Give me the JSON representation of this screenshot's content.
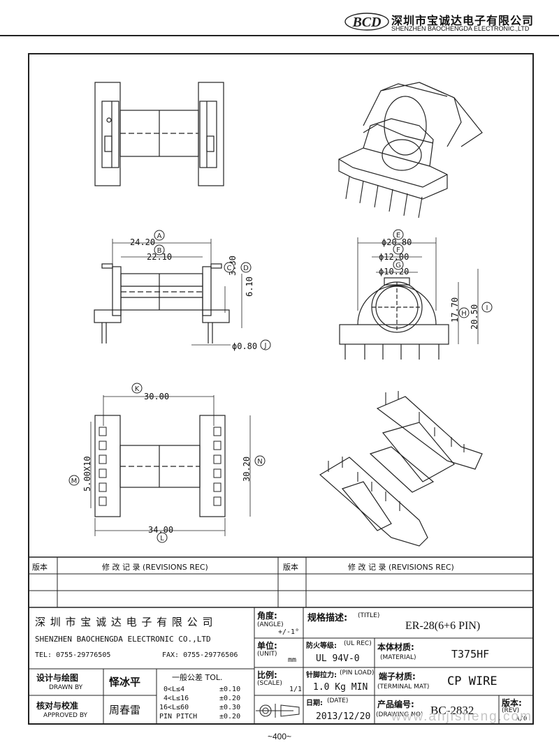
{
  "header": {
    "logo_text": "BCD",
    "company_cn": "深圳市宝诚达电子有限公司",
    "company_en": "SHENZHEN BAOCHENGDA ELECTRONIC.,LTD"
  },
  "dimensions": {
    "A": {
      "letter": "A",
      "value": "24.20"
    },
    "B": {
      "letter": "B",
      "value": "22.10"
    },
    "C": {
      "letter": "C",
      "value": "3.30"
    },
    "D": {
      "letter": "D",
      "value": "6.10"
    },
    "E": {
      "letter": "E",
      "value": "ϕ20.80"
    },
    "F": {
      "letter": "F",
      "value": "ϕ12.00"
    },
    "G": {
      "letter": "G",
      "value": "ϕ10.20"
    },
    "H": {
      "letter": "H",
      "value": "17.70"
    },
    "I": {
      "letter": "I",
      "value": "20.50"
    },
    "J": {
      "letter": "J",
      "value": "ϕ0.80"
    },
    "K": {
      "letter": "K",
      "value": "30.00"
    },
    "L": {
      "letter": "L",
      "value": "34.00"
    },
    "M": {
      "letter": "M",
      "value": "5.00X10"
    },
    "N": {
      "letter": "N",
      "value": "30.20"
    }
  },
  "revisions": {
    "col_version": "版本",
    "col_record": "修 改 记 录  (REVISIONS REC)"
  },
  "title_block": {
    "company_cn": "深 圳 市 宝 诚 达 电 子 有 限 公 司",
    "company_en": "SHENZHEN BAOCHENGDA ELECTRONIC CO.,LTD",
    "tel": "TEL: 0755-29776505",
    "fax": "FAX: 0755-29776506",
    "angle_cn": "角度:",
    "angle_en": "(ANGLE)",
    "angle_value": "+/-1°",
    "unit_cn": "单位:",
    "unit_en": "(UNIT)",
    "unit_value": "mm",
    "scale_cn": "比例:",
    "scale_en": "(SCALE)",
    "scale_value": "1/1",
    "title_cn": "规格描述:",
    "title_en": "(TITLE)",
    "title_value": "ER-28(6+6 PIN)",
    "ul_cn": "防火等级:",
    "ul_en": "(UL REC)",
    "ul_value": "UL 94V-0",
    "material_cn": "本体材质:",
    "material_en": "(MATERIAL)",
    "material_value": "T375HF",
    "pinload_cn": "针脚拉力:",
    "pinload_en": "(PIN LOAD)",
    "pinload_value": "1.0 Kg MIN",
    "terminal_cn": "端子材质:",
    "terminal_en": "(TERMINAL MAT)",
    "terminal_value": "CP WIRE",
    "date_cn": "日期:",
    "date_en": "(DATE)",
    "date_value": "2013/12/20",
    "drawing_cn": "产品编号:",
    "drawing_en": "(DRAWING NO)",
    "drawing_value": "BC-2832",
    "rev_cn": "版本:",
    "rev_en": "(REV)",
    "rev_value": "A/0",
    "drawn_cn": "设计与绘图",
    "drawn_en": "DRAWN BY",
    "drawn_name": "怿冰平",
    "approved_cn": "核对与校准",
    "approved_en": "APPROVED BY",
    "approved_name": "周春雷",
    "tol_title": "一般公差 TOL.",
    "tol_rows": [
      {
        "range": "0<L≤4",
        "tol": "±0.10"
      },
      {
        "range": "4<L≤16",
        "tol": "±0.20"
      },
      {
        "range": "16<L≤60",
        "tol": "±0.30"
      },
      {
        "range": "PIN PITCH",
        "tol": "±0.20"
      }
    ]
  },
  "watermark": "www.anjisheng.com",
  "page_number": "~400~"
}
